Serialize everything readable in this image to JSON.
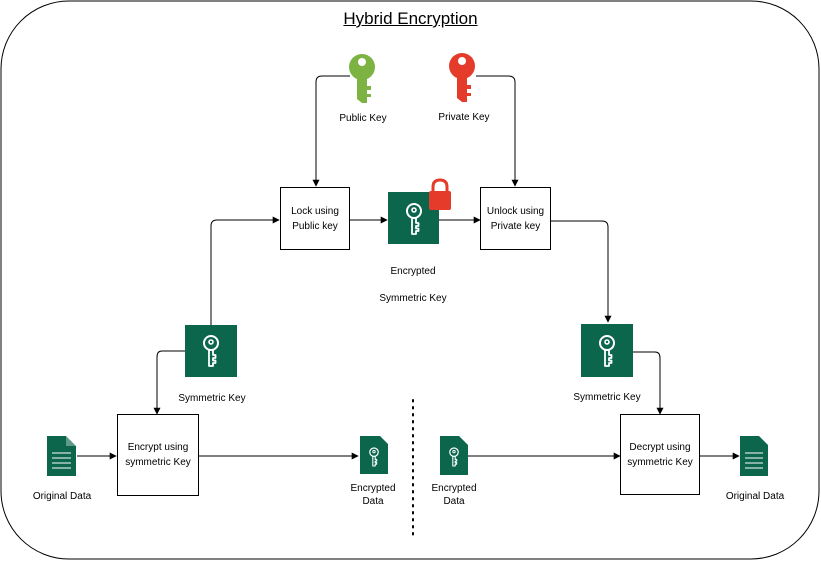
{
  "title": "Hybrid Encryption",
  "keys": {
    "public_label": "Public Key",
    "private_label": "Private Key"
  },
  "boxes": {
    "lock": [
      "Lock using",
      "Public key"
    ],
    "unlock": [
      "Unlock using",
      "Private key"
    ],
    "encrypt": [
      "Encrypt using",
      "symmetric Key"
    ],
    "decrypt": [
      "Decrypt using",
      "symmetric Key"
    ]
  },
  "labels": {
    "encrypted_sym_key": [
      "Encrypted",
      "Symmetric Key"
    ],
    "sym_key_left": "Symmetric Key",
    "sym_key_right": "Symmetric Key",
    "original_data_left": "Original Data",
    "encrypted_data_left": [
      "Encrypted",
      "Data"
    ],
    "encrypted_data_right": [
      "Encrypted",
      "Data"
    ],
    "original_data_right": "Original Data"
  },
  "colors": {
    "public_key": "#7cb342",
    "private_key": "#e53b2a",
    "lock": "#e53b2a",
    "key_tile": "#0b664c",
    "document": "#0b664c"
  },
  "icons": [
    "key-icon",
    "lock-icon",
    "document-icon",
    "encrypted-document-icon"
  ]
}
